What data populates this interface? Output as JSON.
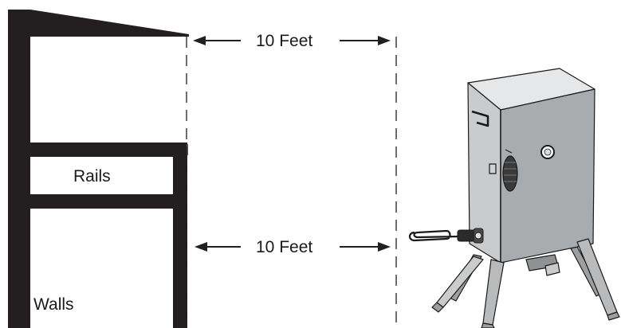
{
  "labels": {
    "top_distance": "10 Feet",
    "bottom_distance": "10 Feet",
    "rails": "Rails",
    "walls": "Walls"
  },
  "colors": {
    "structure": "#231f20",
    "smoker_front": "#a9acae",
    "smoker_side": "#c9cbcd",
    "smoker_top": "#e6e7e8",
    "legs": "#b8babc",
    "outline": "#1a1a1a"
  },
  "icons": {
    "smoker": "electric-smoker-icon",
    "power_cord": "power-cord-icon"
  }
}
